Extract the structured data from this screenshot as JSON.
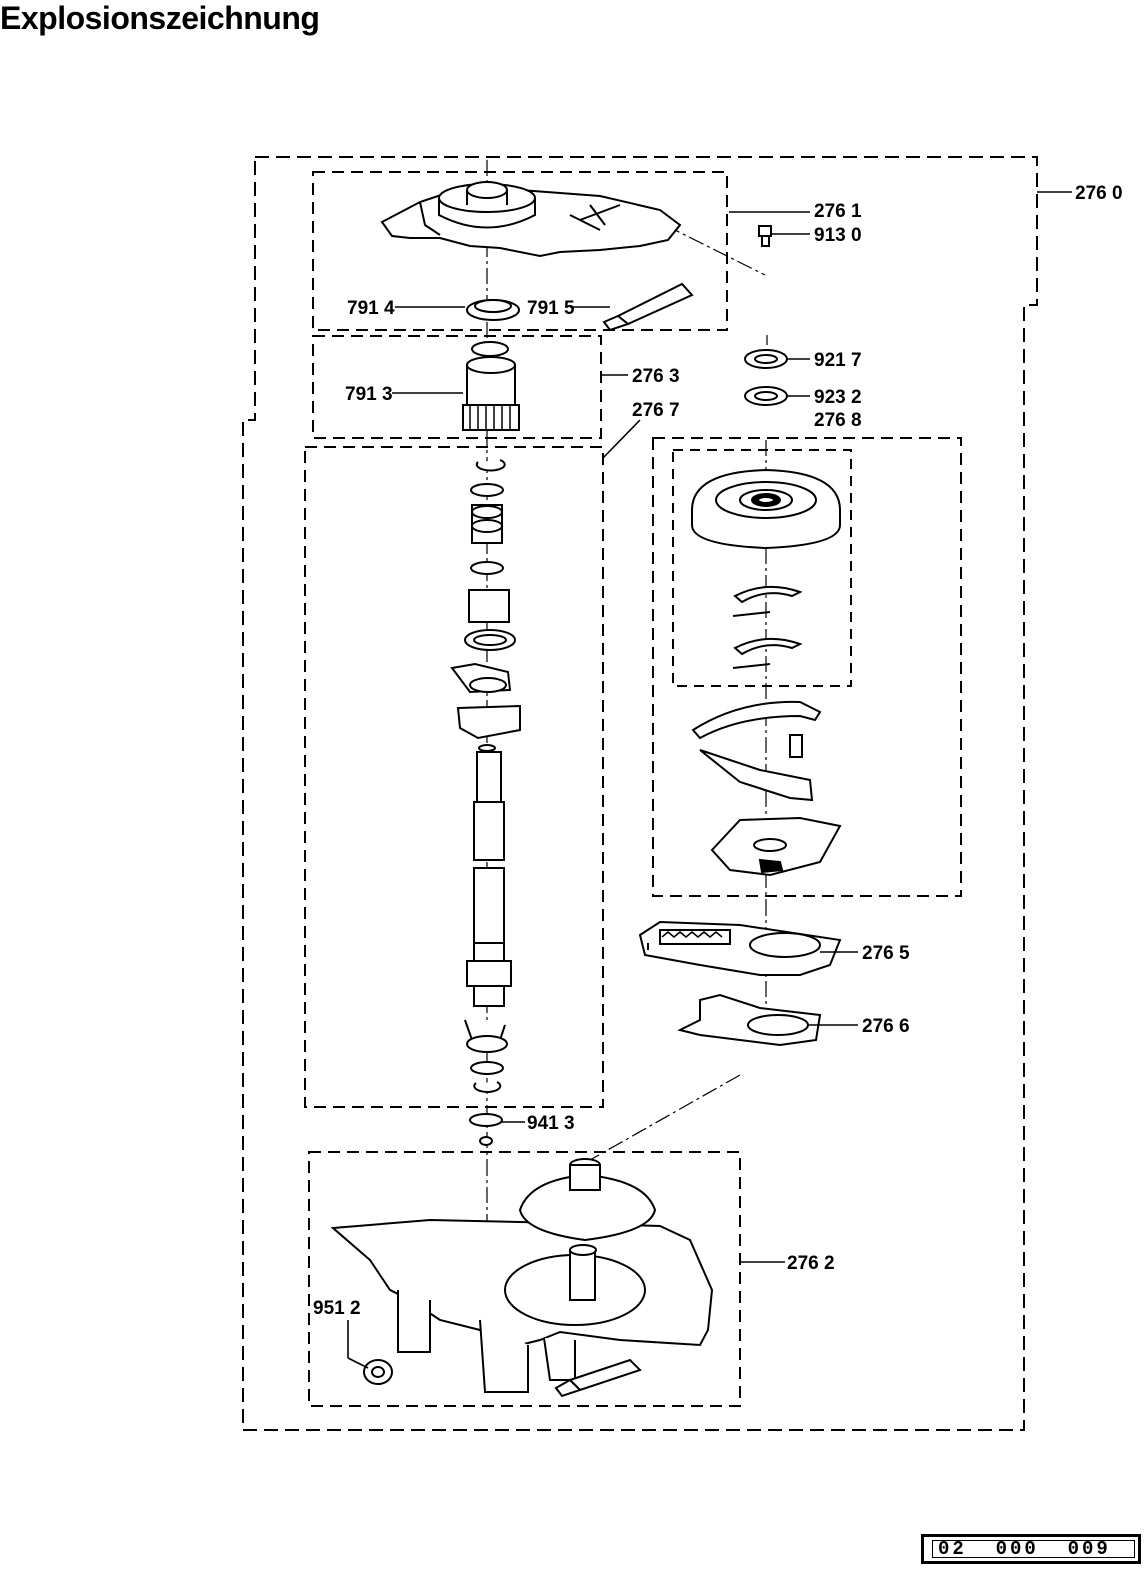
{
  "title": "Explosionszeichnung",
  "labels": {
    "l2760": "276 0",
    "l2761": "276 1",
    "l9130": "913 0",
    "l7914": "791 4",
    "l7915": "791 5",
    "l9217": "921 7",
    "l2763": "276 3",
    "l7913": "791 3",
    "l9232": "923 2",
    "l2767": "276 7",
    "l2768": "276 8",
    "l2765": "276 5",
    "l2766": "276 6",
    "l9413": "941 3",
    "l2762": "276 2",
    "l9512": "951 2"
  },
  "reference_code": "02  000  009"
}
